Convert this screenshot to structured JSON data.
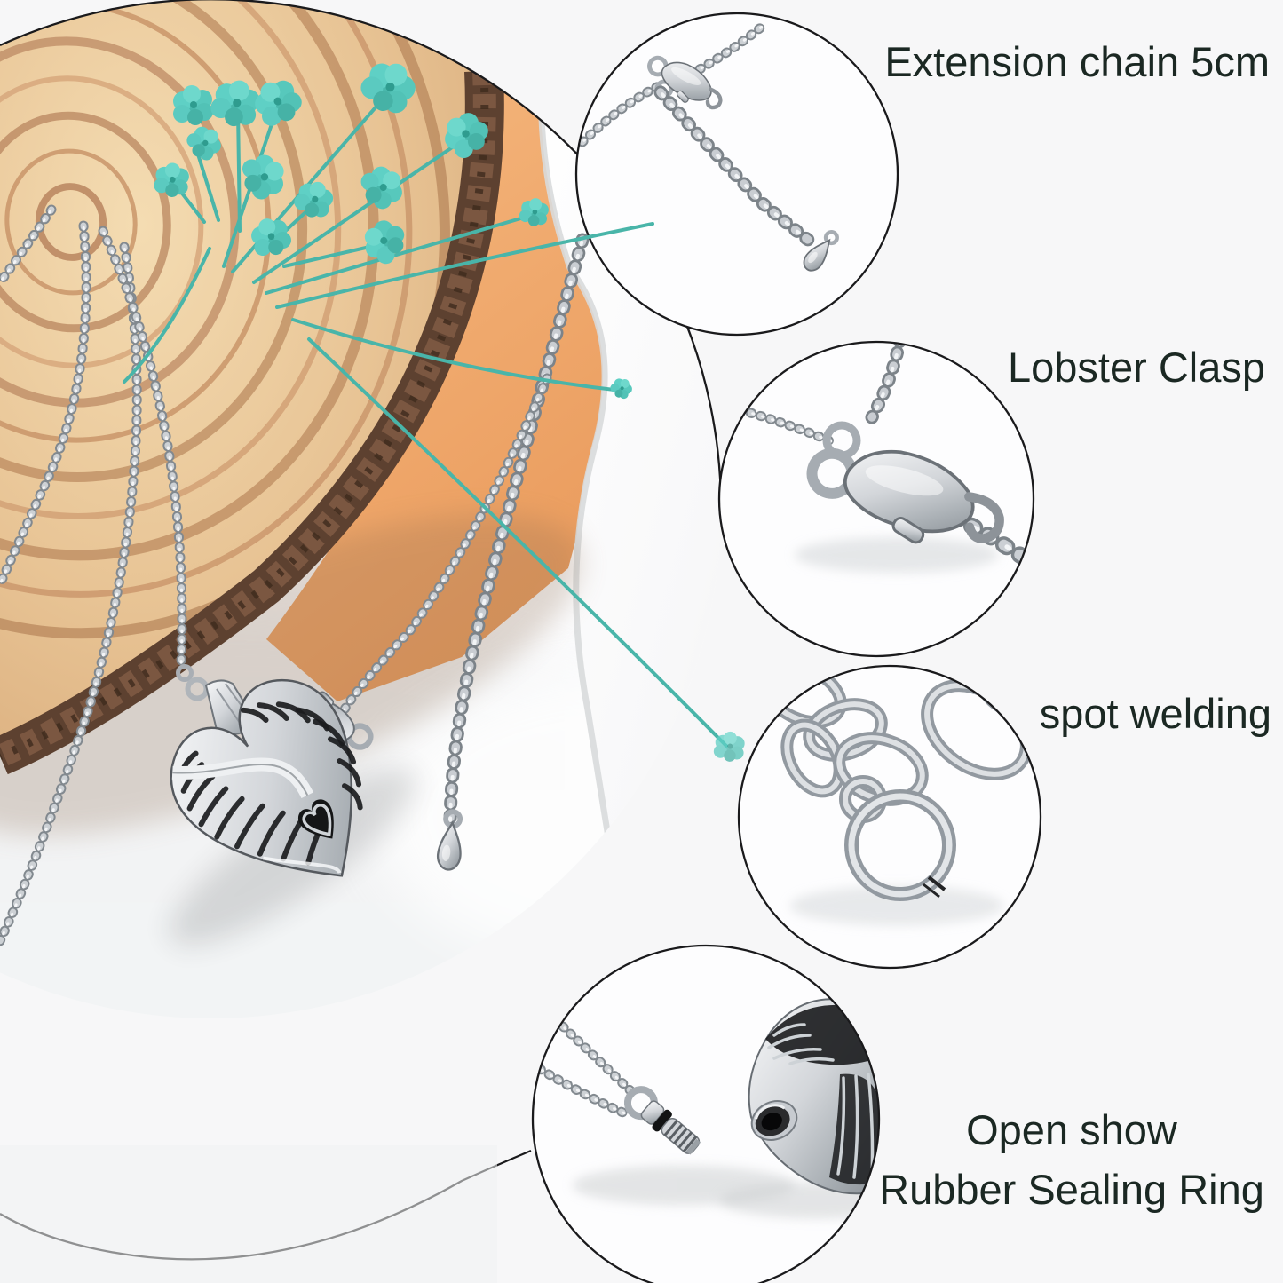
{
  "page": {
    "background_color": "#f7f7f8"
  },
  "figure": {
    "type": "annotated-product-photo",
    "subject": "stainless steel necklace with angel wing heart urn pendant, wood slice and teal dried flowers",
    "label_color": "#1b2823",
    "outline_color": "#1a1a1c",
    "callouts": [
      {
        "id": "extension-chain",
        "label": "Extension chain 5cm"
      },
      {
        "id": "lobster-clasp",
        "label": "Lobster Clasp"
      },
      {
        "id": "spot-welding",
        "label": "spot welding"
      },
      {
        "id": "open-show",
        "label_line_1": "Open show",
        "label_line_2": "Rubber Sealing Ring"
      }
    ],
    "accent_colors": {
      "flower_teal": "#5ecdc2",
      "paper_orange": "#f2a96c",
      "wood_tan": "#e6bf90",
      "bark_brown": "#5f4331",
      "metal_silver": "#c9cdd2",
      "rubber_black": "#141414"
    }
  }
}
